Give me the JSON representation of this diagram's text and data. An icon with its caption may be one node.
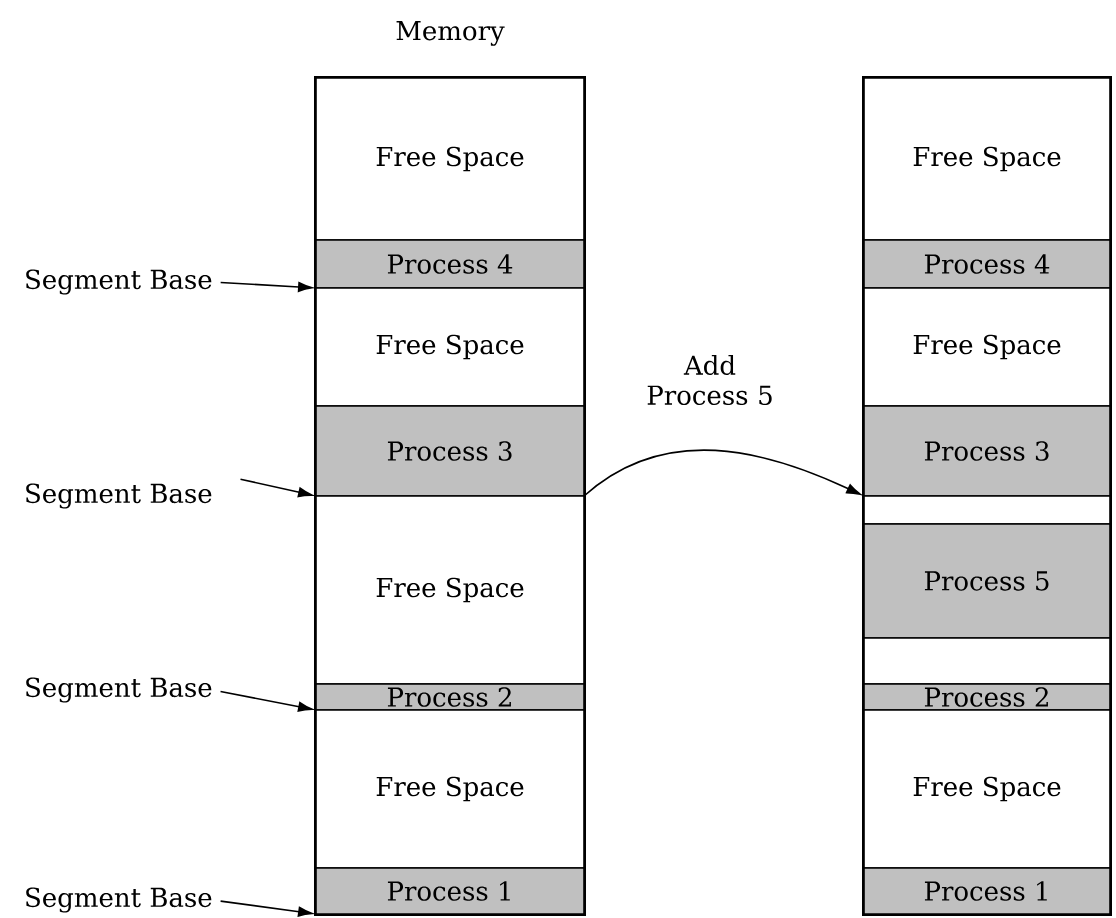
{
  "diagram": {
    "nodes": [
      {
        "text": [
          "Memory"
        ]
      },
      {
        "text": [
          "Free Space"
        ],
        "in": 0
      },
      {
        "text": [
          "Process 4"
        ],
        "in": 0
      },
      {
        "text": [
          "Free Space"
        ],
        "in": 0
      },
      {
        "text": [
          "Process 3"
        ],
        "in": 0
      },
      {
        "text": [
          "Free Space"
        ],
        "in": 0
      },
      {
        "text": [
          "Process 2"
        ],
        "in": 0
      },
      {
        "text": [
          "Free Space"
        ],
        "in": 0
      },
      {
        "text": [
          "Process 1"
        ],
        "in": 0
      },
      {
        "text": [
          "Segment Base"
        ]
      },
      {
        "text": [
          "Segment Base"
        ]
      },
      {
        "text": [
          "Segment Base"
        ]
      },
      {
        "text": [
          "Segment Base"
        ]
      },
      {
        "text": [],
        "shape": "box"
      },
      {
        "text": [
          "Free Space"
        ],
        "in": 13
      },
      {
        "text": [
          "Process 4"
        ],
        "in": 13
      },
      {
        "text": [
          "Free Space"
        ],
        "in": 13
      },
      {
        "text": [
          "Process 3"
        ],
        "in": 13
      },
      {
        "text": [],
        "shape": "box",
        "in": 13
      },
      {
        "text": [
          "Process 5"
        ],
        "in": 13
      },
      {
        "text": [],
        "shape": "box",
        "in": 13
      },
      {
        "text": [
          "Process 2"
        ],
        "in": 13
      },
      {
        "text": [
          "Free Space"
        ],
        "in": 13
      },
      {
        "text": [
          "Process 1"
        ],
        "in": 13
      }
    ],
    "edges": [
      {
        "from": 9,
        "to": 2,
        "arrow": "to"
      },
      {
        "from": 10,
        "to": 4,
        "arrow": "to"
      },
      {
        "from": 11,
        "to": 6,
        "arrow": "to"
      },
      {
        "from": 12,
        "to": 8,
        "arrow": "to"
      },
      {
        "from": 0,
        "to": 13,
        "arrow": "to",
        "label": "Add Process 5"
      }
    ]
  }
}
